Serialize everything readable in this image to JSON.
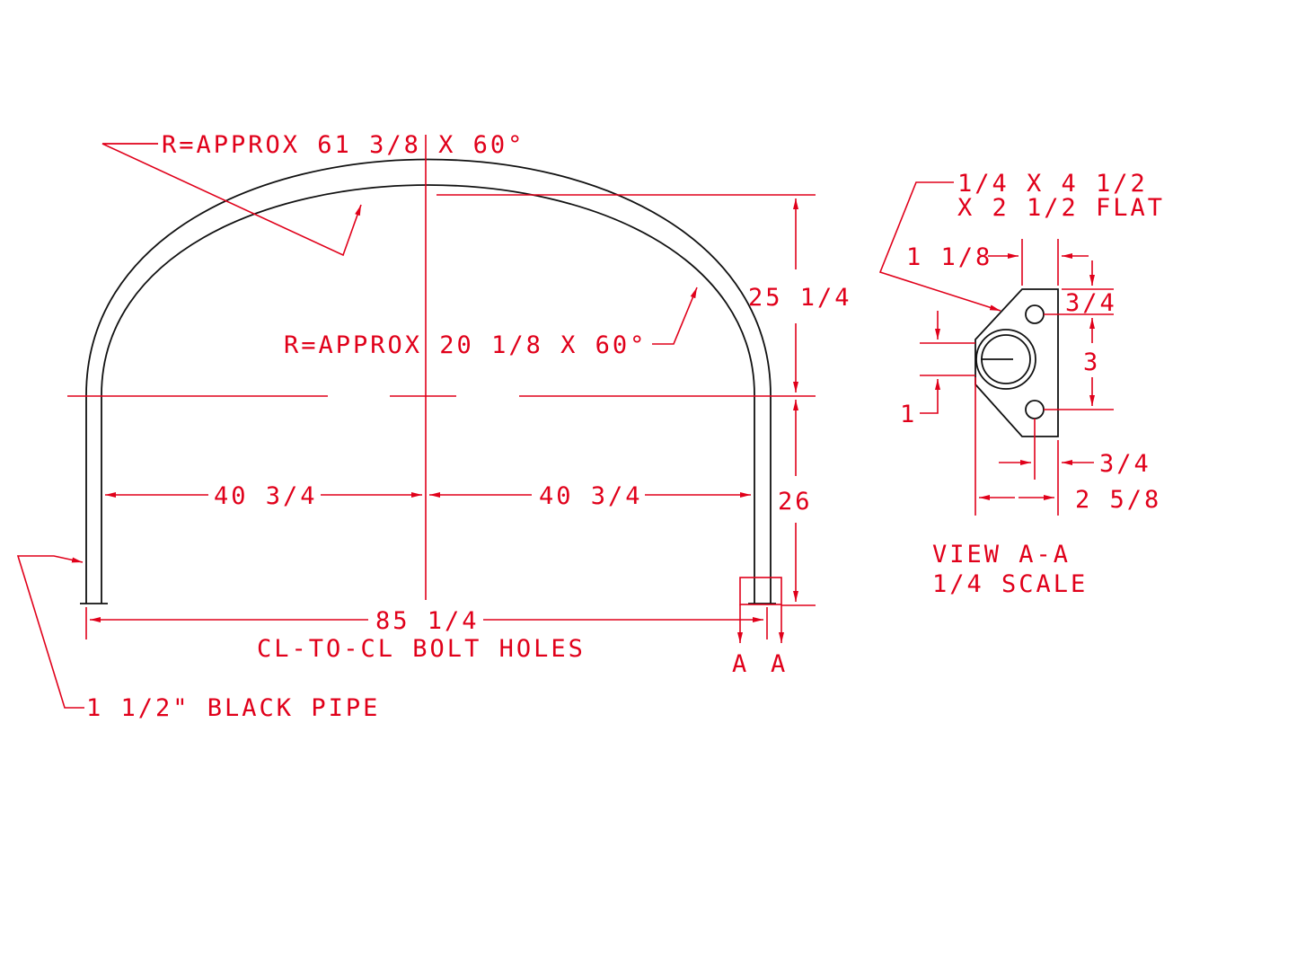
{
  "colors": {
    "dimension": "#e0001a",
    "geometry": "#111111",
    "background": "#ffffff"
  },
  "main_view": {
    "outer_radius": "R=APPROX 61 3/8 X 60°",
    "inner_radius": "R=APPROX 20 1/8 X 60°",
    "height_upper": "25 1/4",
    "height_lower": "26",
    "half_span_left": "40 3/4",
    "half_span_right": "40 3/4",
    "overall_span": "85 1/4",
    "span_note": "CL-TO-CL BOLT HOLES",
    "pipe_callout": "1 1/2\" BLACK PIPE",
    "section_mark_left": "A",
    "section_mark_right": "A"
  },
  "section_view": {
    "flat_callout_line1": "1/4 X 4 1/2",
    "flat_callout_line2": "X 2 1/2 FLAT",
    "dim_top_offset": "1 1/8",
    "dim_hole_edge_top": "3/4",
    "dim_hole_spacing": "3",
    "dim_pipe_offset": "1",
    "dim_hole_edge_side": "3/4",
    "dim_width": "2 5/8",
    "title": "VIEW A-A",
    "scale": "1/4 SCALE"
  }
}
